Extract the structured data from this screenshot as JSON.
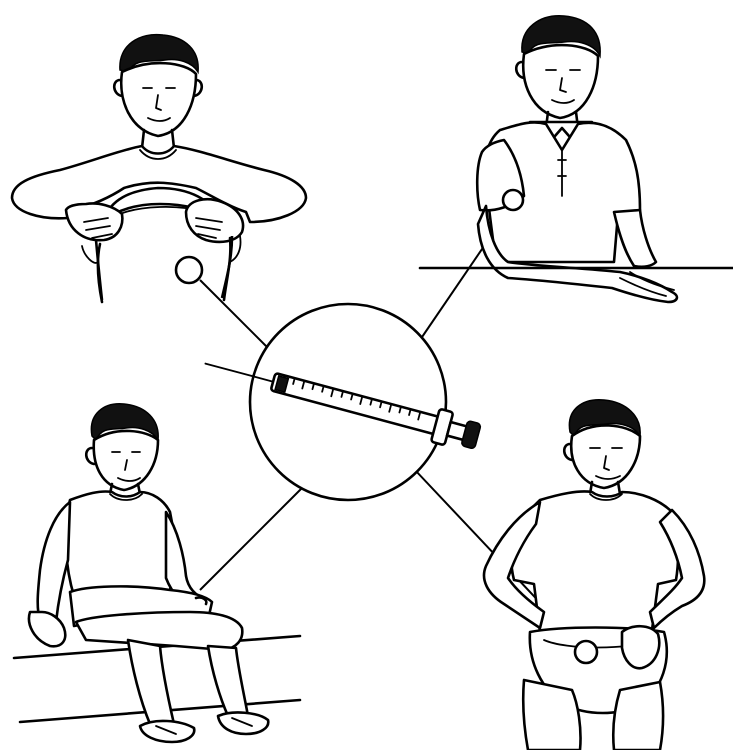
{
  "diagram": {
    "description_labels": [],
    "center": {
      "icon": "insulin-syringe-icon"
    },
    "injection_sites": [
      {
        "id": "abdomen-front",
        "icon": "man-holding-shirt-icon"
      },
      {
        "id": "upper-arm",
        "icon": "man-arm-on-table-icon"
      },
      {
        "id": "thigh",
        "icon": "man-seated-icon"
      },
      {
        "id": "abdomen-side",
        "icon": "man-lowered-trousers-icon"
      }
    ],
    "colors": {
      "ink": "#000000",
      "paper": "#ffffff"
    }
  }
}
